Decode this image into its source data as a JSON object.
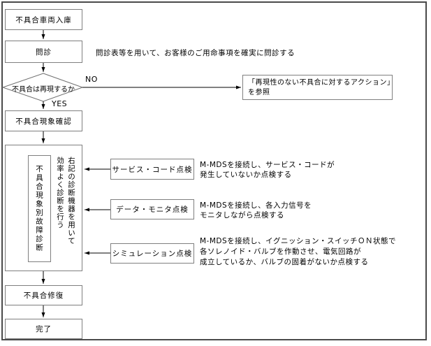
{
  "flow": {
    "entry": {
      "label": "不具合車両入庫"
    },
    "interview": {
      "label": "問診",
      "note": "問診表等を用いて、お客様のご用命事項を確実に問診する"
    },
    "decision": {
      "label": "不具合は再現するか",
      "no_label": "NO",
      "yes_label": "YES"
    },
    "reference": {
      "line1": "「再現性のない不具合に対するアクション」",
      "line2": "を参照"
    },
    "confirm": {
      "label": "不具合現象確認"
    },
    "diagnosis": {
      "label": "不具合現象別故障診断",
      "note_col1": "右記の診断機器を用いて",
      "note_col2": "効率よく診断を行う"
    },
    "checks": [
      {
        "label": "サービス・コード点検",
        "desc": [
          "M-MDSを接続し、サービス・コードが",
          "発生していないか点検する"
        ]
      },
      {
        "label": "データ・モニタ点検",
        "desc": [
          "M-MDSを接続し、各入力信号を",
          "モニタしながら点検する"
        ]
      },
      {
        "label": "シミュレーション点検",
        "desc": [
          "M-MDSを接続し、イグニッション・スイッチＯＮ状態で",
          "各ソレノイド・バルブを作動させ、電気回路が",
          "成立しているか、バルブの固着がないか点検する"
        ]
      }
    ],
    "repair": {
      "label": "不具合修復"
    },
    "done": {
      "label": "完了"
    }
  },
  "colors": {
    "line": "#000000",
    "box_border": "#7f7f7f",
    "frame": "#4a4a4a",
    "background": "#ffffff"
  }
}
